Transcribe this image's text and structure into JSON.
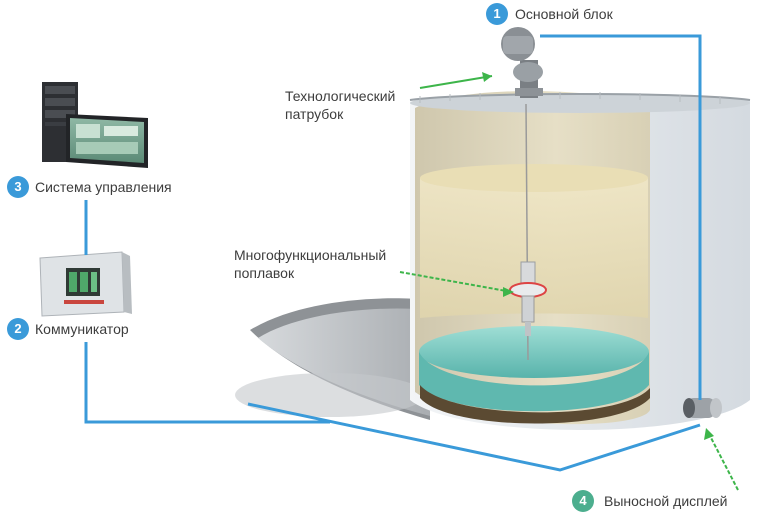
{
  "colors": {
    "line": "#3a9ad9",
    "badge_blue": "#3a9ad9",
    "badge_green": "#4cae8e",
    "arrow": "#3db54a",
    "liquid": "#7fcfc8",
    "sludge": "#5b4a32",
    "tank_wall": "#e9eef2"
  },
  "labels": {
    "main_unit": {
      "number": "1",
      "text": "Основной блок"
    },
    "nozzle": {
      "text": "Технологический\nпатрубок"
    },
    "control_system": {
      "number": "3",
      "text": "Система управления"
    },
    "float": {
      "text": "Многофункциональный\nпоплавок"
    },
    "communicator": {
      "number": "2",
      "text": "Коммуникатор"
    },
    "remote_display": {
      "number": "4",
      "text": "Выносной дисплей"
    }
  },
  "icons": {
    "server": "server-tower-icon",
    "monitor": "monitor-icon",
    "communicator_box": "control-cabinet-icon",
    "main_unit": "valve-head-icon",
    "float": "float-sensor-icon",
    "display": "cylinder-display-icon"
  }
}
